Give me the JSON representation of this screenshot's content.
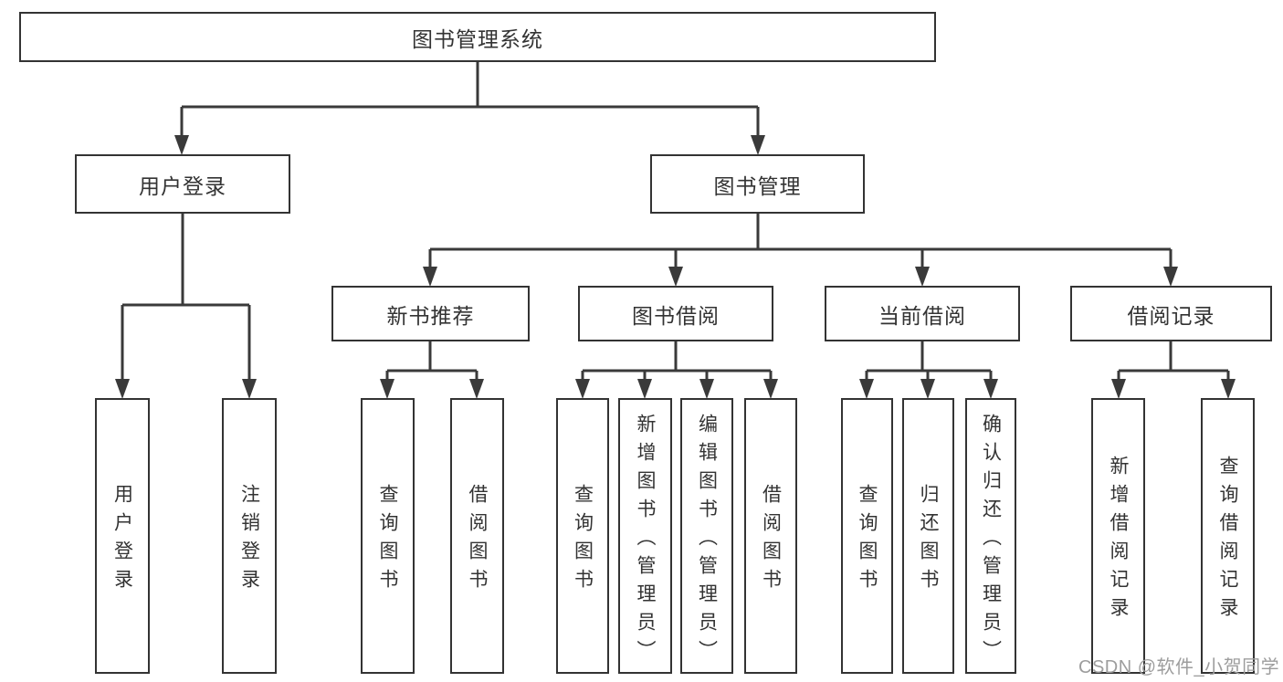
{
  "diagram": {
    "root": {
      "label": "图书管理系统"
    },
    "level2": [
      {
        "label": "用户登录"
      },
      {
        "label": "图书管理"
      }
    ],
    "level3": [
      {
        "label": "新书推荐"
      },
      {
        "label": "图书借阅"
      },
      {
        "label": "当前借阅"
      },
      {
        "label": "借阅记录"
      }
    ],
    "leaves": {
      "user_login": [
        "用户登录",
        "注销登录"
      ],
      "new_books": [
        "查询图书",
        "借阅图书"
      ],
      "book_borrow": [
        "查询图书",
        "新增图书（管理员）",
        "编辑图书（管理员）",
        "借阅图书"
      ],
      "current_borrow": [
        "查询图书",
        "归还图书",
        "确认归还（管理员）"
      ],
      "borrow_records": [
        "新增借阅记录",
        "查询借阅记录"
      ]
    },
    "colors": {
      "line": "#3a3a3a",
      "box_border": "#333333",
      "text": "#333333",
      "background": "#ffffff"
    }
  },
  "watermark": {
    "text": "CSDN @软件_小贺同学",
    "color": "#9d9d9d"
  }
}
